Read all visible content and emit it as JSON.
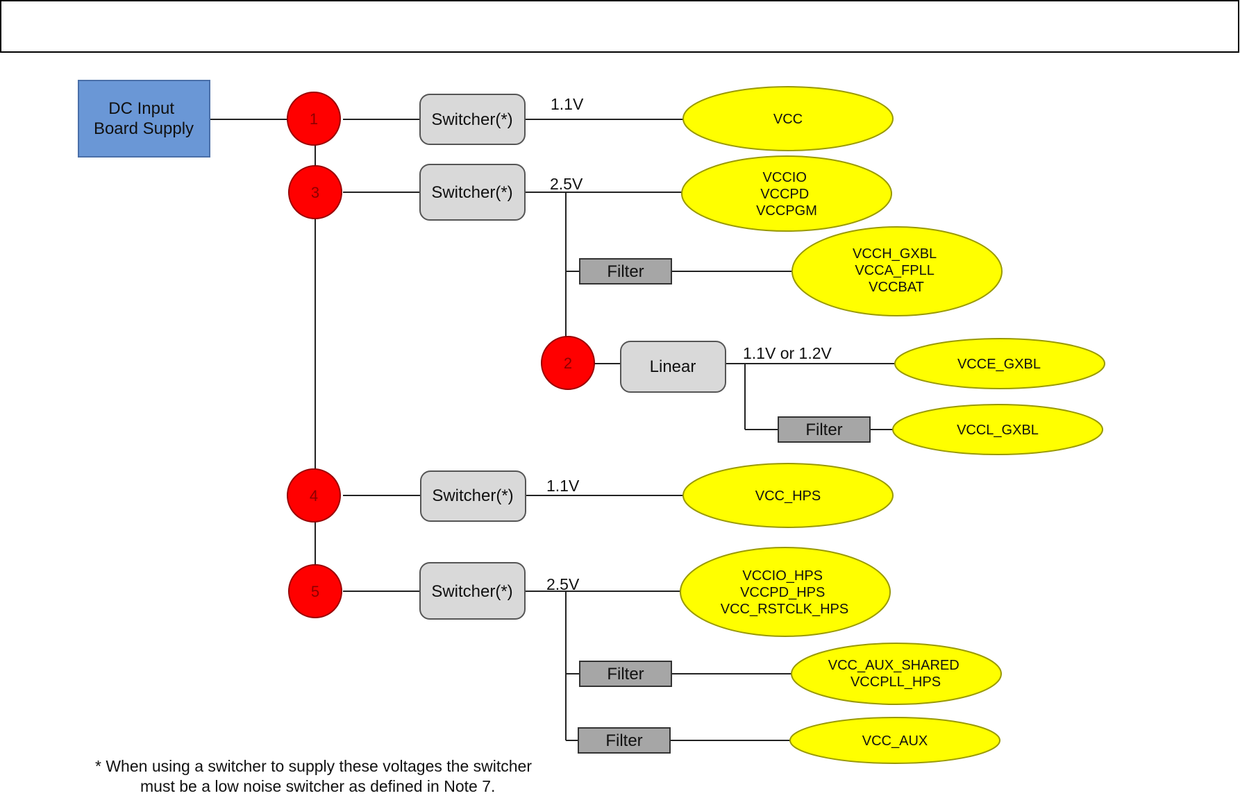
{
  "header_bar": {
    "text": ""
  },
  "colors": {
    "input_box": "#6a97d6",
    "switcher_box": "#d9d9d9",
    "filter_box": "#a6a6a6",
    "node": "#ff0000",
    "output_ellipse": "#ffff00"
  },
  "input": {
    "lines": [
      "DC Input",
      "Board Supply"
    ]
  },
  "nodes": [
    "1",
    "3",
    "2",
    "4",
    "5"
  ],
  "regulators": {
    "switcher": "Switcher(*)",
    "linear": "Linear",
    "filter": "Filter"
  },
  "voltages": {
    "rail1": "1.1V",
    "rail3": "2.5V",
    "rail2": "1.1V or 1.2V",
    "rail4": "1.1V",
    "rail5": "2.5V"
  },
  "outputs": {
    "vcc": [
      "VCC"
    ],
    "vccio_group": [
      "VCCIO",
      "VCCPD",
      "VCCPGM"
    ],
    "vcch_group": [
      "VCCH_GXBL",
      "VCCA_FPLL",
      "VCCBAT"
    ],
    "vcce": [
      "VCCE_GXBL"
    ],
    "vccl": [
      "VCCL_GXBL"
    ],
    "vcc_hps": [
      "VCC_HPS"
    ],
    "vccio_hps_group": [
      "VCCIO_HPS",
      "VCCPD_HPS",
      "VCC_RSTCLK_HPS"
    ],
    "vcc_aux_shared_group": [
      "VCC_AUX_SHARED",
      "VCCPLL_HPS"
    ],
    "vcc_aux": [
      "VCC_AUX"
    ]
  },
  "footnote": {
    "line1": "* When using a switcher to supply these voltages the switcher",
    "line2": "must be a low noise switcher as defined in Note 7."
  }
}
